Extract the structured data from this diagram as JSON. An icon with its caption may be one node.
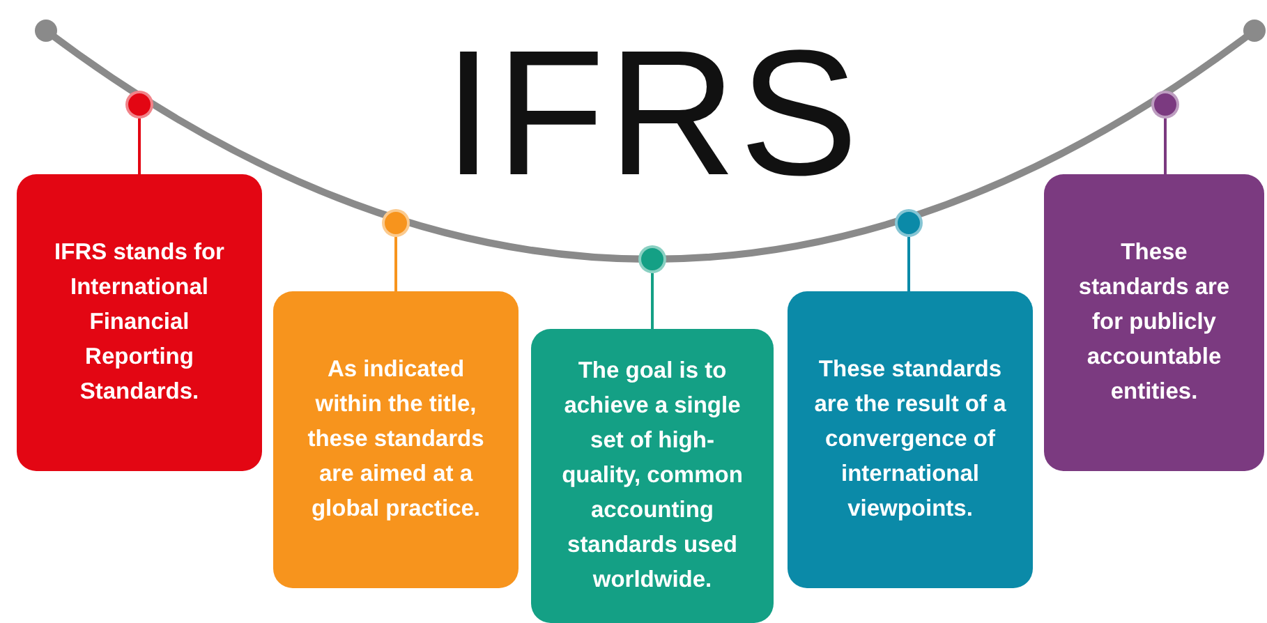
{
  "diagram": {
    "title": "IFRS",
    "nodes": [
      {
        "text": [],
        "shape": "circle"
      },
      {
        "text": [
          "IFRS stands for International Financial Reporting Standards."
        ]
      },
      {
        "text": [],
        "shape": "circle"
      },
      {
        "text": [
          "As indicated within the title, these standards are aimed at a global practice."
        ]
      },
      {
        "text": [],
        "shape": "circle"
      },
      {
        "text": [
          "The goal is to achieve a single set of high-quality, common accounting standards used worldwide."
        ]
      },
      {
        "text": [],
        "shape": "circle"
      },
      {
        "text": [
          "These standards are the result of a convergence of international viewpoints."
        ]
      },
      {
        "text": [],
        "shape": "circle"
      },
      {
        "text": [
          "These standards are for publicly accountable entities."
        ]
      }
    ],
    "edges": [
      {
        "from": 0,
        "to": 1,
        "arrow": "none",
        "color": "#e30613"
      },
      {
        "from": 2,
        "to": 3,
        "arrow": "none",
        "color": "#f7941d"
      },
      {
        "from": 4,
        "to": 5,
        "arrow": "none",
        "color": "#14a085"
      },
      {
        "from": 6,
        "to": 7,
        "arrow": "none",
        "color": "#0b8aa8"
      },
      {
        "from": 8,
        "to": 9,
        "arrow": "none",
        "color": "#7b3a80"
      }
    ]
  }
}
